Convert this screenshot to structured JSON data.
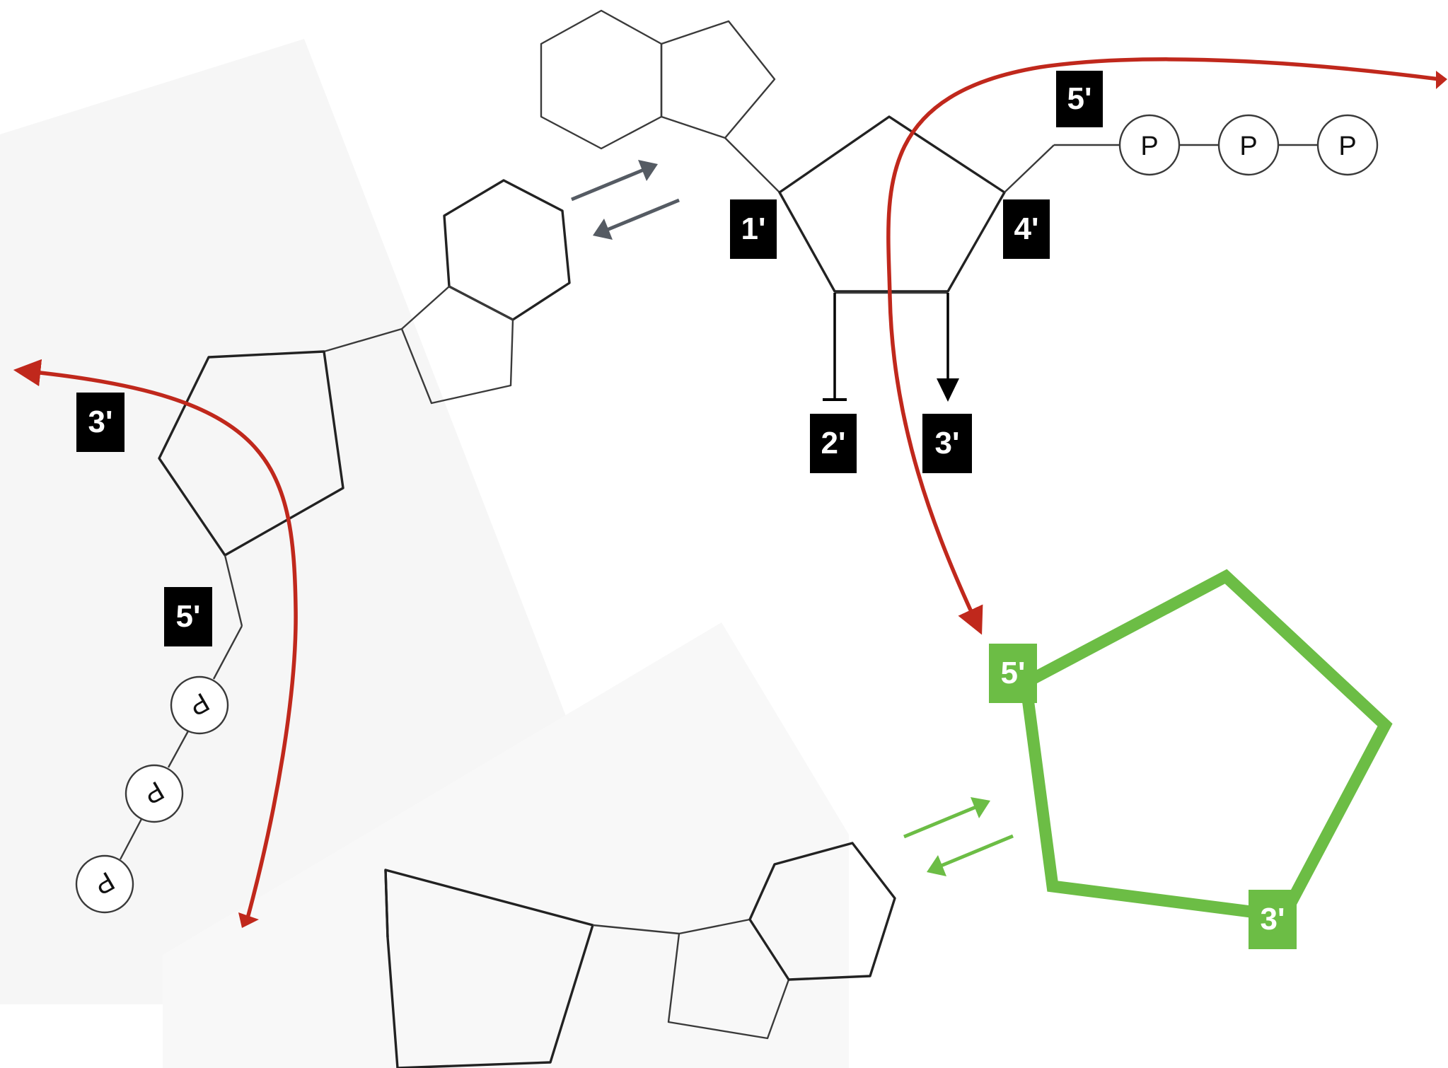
{
  "diagram": {
    "colors": {
      "label_bg": "#000000",
      "label_text": "#ffffff",
      "curve": "#c0281c",
      "highlight": "#6cbd45",
      "equilibrium_gray": "#555b63",
      "structure": "#3a3a3a",
      "fade_panel": "#f4f4f4"
    },
    "top_molecule": {
      "carbon_labels": {
        "c1": "1'",
        "c2": "2'",
        "c3": "3'",
        "c4": "4'",
        "c5": "5'"
      },
      "phosphates": [
        "P",
        "P",
        "P"
      ]
    },
    "left_molecule": {
      "labels": {
        "three_prime": "3'",
        "five_prime": "5'"
      },
      "phosphates": [
        "P",
        "P",
        "P"
      ]
    },
    "green_sugar": {
      "labels": {
        "five_prime": "5'",
        "three_prime": "3'"
      }
    }
  }
}
